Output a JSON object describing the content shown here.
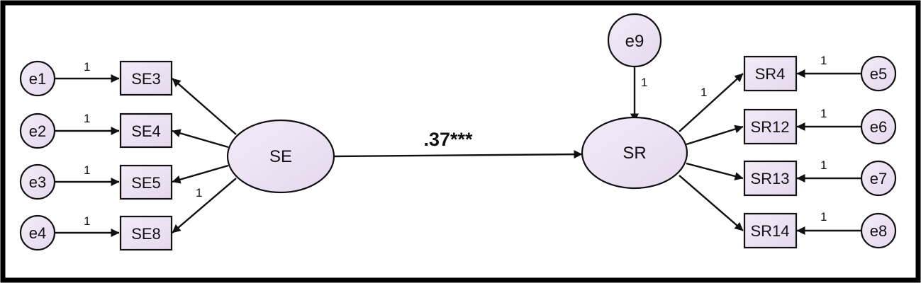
{
  "diagram": {
    "latent": {
      "se": "SE",
      "sr": "SR"
    },
    "indicators_left": [
      "SE3",
      "SE4",
      "SE5",
      "SE8"
    ],
    "errors_left": [
      "e1",
      "e2",
      "e3",
      "e4"
    ],
    "indicators_right": [
      "SR4",
      "SR12",
      "SR13",
      "SR14"
    ],
    "errors_right": [
      "e5",
      "e6",
      "e7",
      "e8"
    ],
    "disturbance": "e9",
    "path_coefficient": ".37***",
    "fixed_loading": "1"
  },
  "colors": {
    "fill_gradient_start": "#f2ecf8",
    "fill_gradient_end": "#e6d8ee",
    "stroke": "#111111",
    "border": "#000000"
  }
}
